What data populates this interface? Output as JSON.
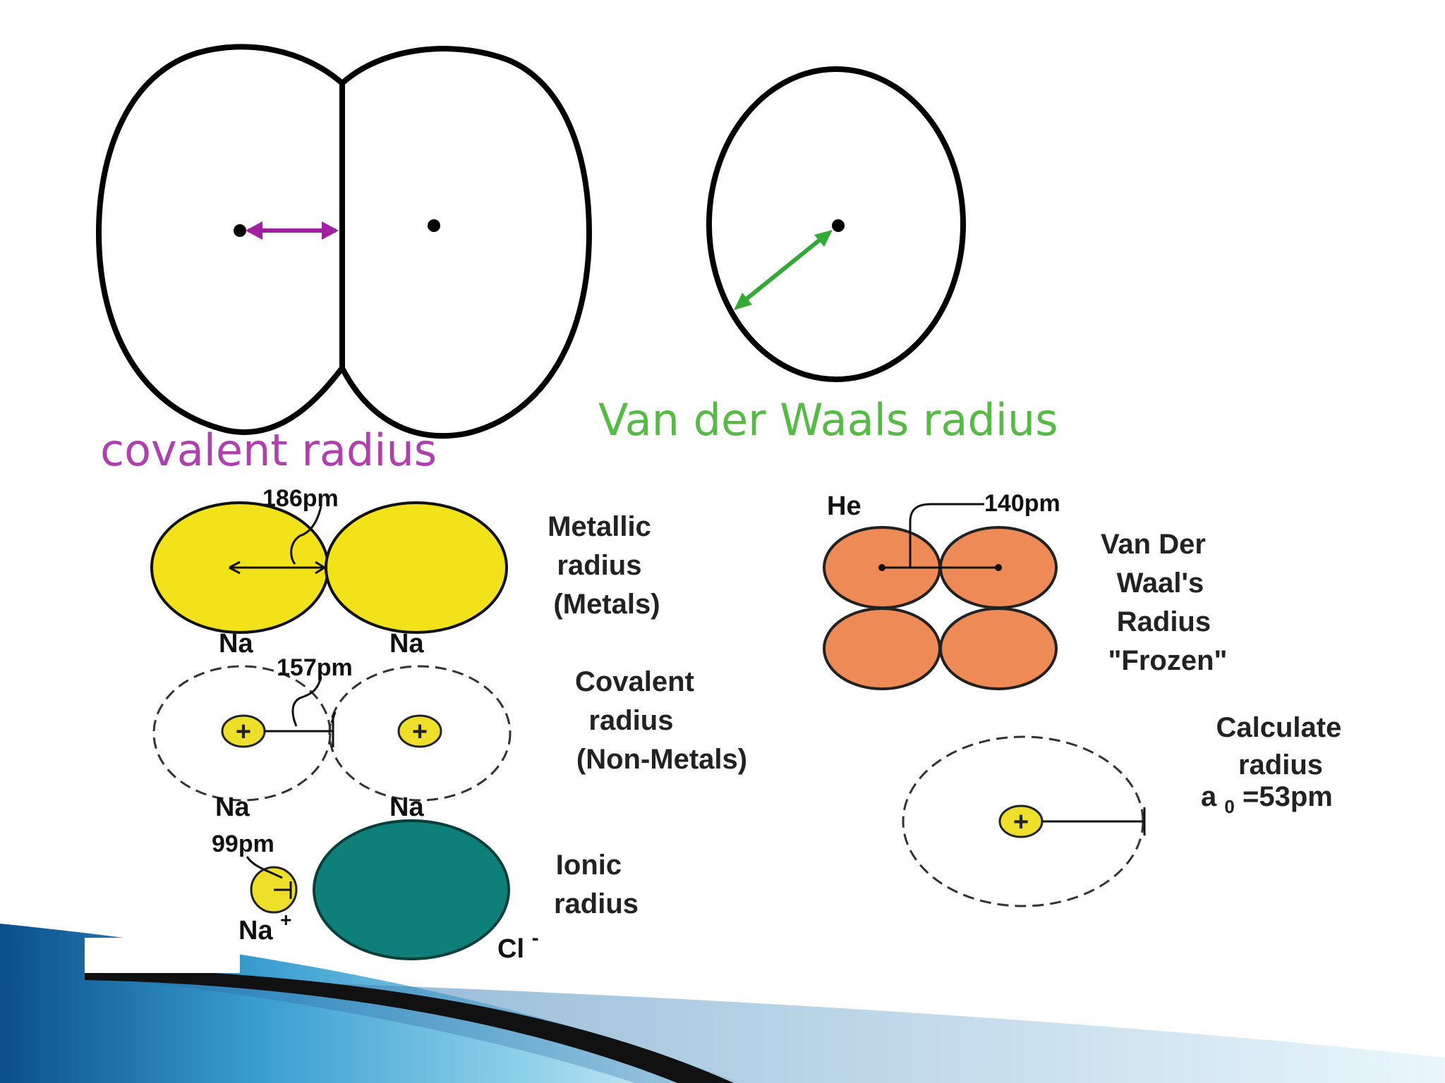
{
  "colors": {
    "covalent_label": "#b040b0",
    "vdw_label": "#55bb44",
    "covalent_arrow": "#a020a0",
    "vdw_arrow": "#33aa33",
    "metal_fill": "#f2e21a",
    "helium_fill": "#ee8a55",
    "chloride_fill": "#0f7f7a",
    "nucleus_fill": "#eee02a",
    "slide_blue_dark": "#0a5a9a",
    "slide_blue_light": "#aadcf0"
  },
  "top": {
    "covalent_caption": "covalent radius",
    "vdw_caption": "Van der Waals radius"
  },
  "metallic": {
    "distance": "186pm",
    "label_lines": [
      "Metallic",
      "radius",
      "(Metals)"
    ],
    "atom_left": "Na",
    "atom_right": "Na"
  },
  "covalent": {
    "distance": "157pm",
    "label_lines": [
      "Covalent",
      "radius",
      "(Non-Metals)"
    ],
    "atom_left": "Na",
    "atom_right": "Na",
    "nucleus_symbol": "+"
  },
  "ionic": {
    "distance": "99pm",
    "label_lines": [
      "Ionic",
      "radius"
    ],
    "cation": "Na",
    "cation_charge": "+",
    "anion": "Cl",
    "anion_charge": "-"
  },
  "vdw_frozen": {
    "element": "He",
    "distance": "140pm",
    "label_lines": [
      "Van Der",
      "Waal's",
      "Radius",
      "\"Frozen\""
    ]
  },
  "calculated": {
    "label_lines": [
      "Calculate",
      "radius"
    ],
    "formula_symbol": "a",
    "formula_subscript": "0",
    "formula_value": "=53pm",
    "nucleus_symbol": "+"
  }
}
